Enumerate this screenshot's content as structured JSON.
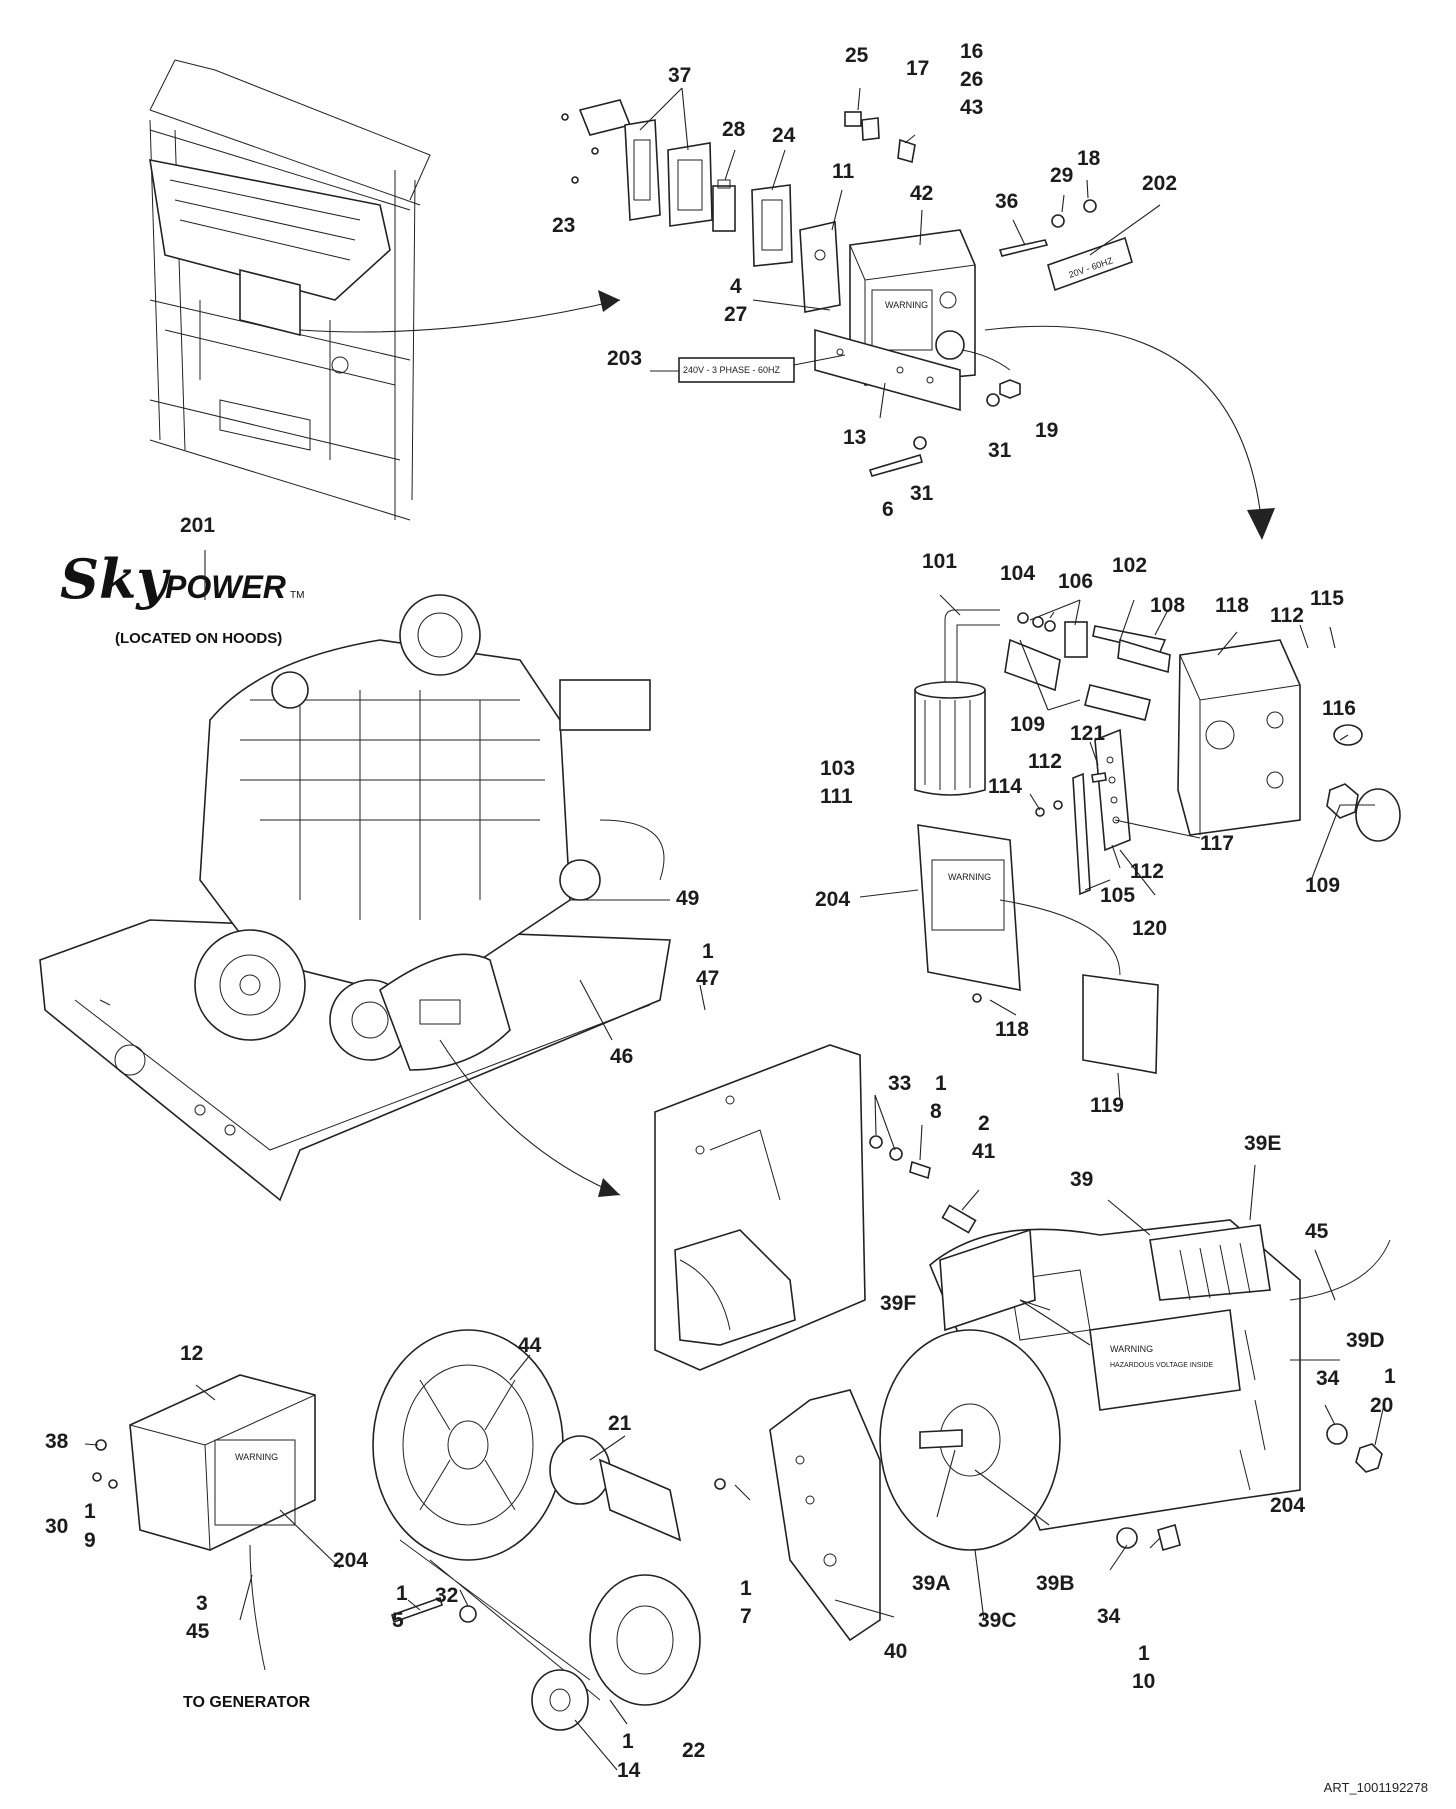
{
  "callouts": [
    {
      "id": "c25",
      "text": "25"
    },
    {
      "id": "c17",
      "text": "17"
    },
    {
      "id": "c16",
      "text": "16"
    },
    {
      "id": "c26",
      "text": "26"
    },
    {
      "id": "c43",
      "text": "43"
    },
    {
      "id": "c37",
      "text": "37"
    },
    {
      "id": "c28",
      "text": "28"
    },
    {
      "id": "c24",
      "text": "24"
    },
    {
      "id": "c11",
      "text": "11"
    },
    {
      "id": "c42",
      "text": "42"
    },
    {
      "id": "c36",
      "text": "36"
    },
    {
      "id": "c29",
      "text": "29"
    },
    {
      "id": "c18",
      "text": "18"
    },
    {
      "id": "c202",
      "text": "202"
    },
    {
      "id": "c23",
      "text": "23"
    },
    {
      "id": "c4",
      "text": "4"
    },
    {
      "id": "c27",
      "text": "27"
    },
    {
      "id": "c203",
      "text": "203"
    },
    {
      "id": "c13",
      "text": "13"
    },
    {
      "id": "c31a",
      "text": "31"
    },
    {
      "id": "c19",
      "text": "19"
    },
    {
      "id": "c6",
      "text": "6"
    },
    {
      "id": "c31b",
      "text": "31"
    },
    {
      "id": "c201",
      "text": "201"
    },
    {
      "id": "c101",
      "text": "101"
    },
    {
      "id": "c104",
      "text": "104"
    },
    {
      "id": "c106",
      "text": "106"
    },
    {
      "id": "c102",
      "text": "102"
    },
    {
      "id": "c108",
      "text": "108"
    },
    {
      "id": "c118a",
      "text": "118"
    },
    {
      "id": "c112a",
      "text": "112"
    },
    {
      "id": "c115",
      "text": "115"
    },
    {
      "id": "c109a",
      "text": "109"
    },
    {
      "id": "c121",
      "text": "121"
    },
    {
      "id": "c116",
      "text": "116"
    },
    {
      "id": "c103",
      "text": "103"
    },
    {
      "id": "c111",
      "text": "111"
    },
    {
      "id": "c112b",
      "text": "112"
    },
    {
      "id": "c114",
      "text": "114"
    },
    {
      "id": "c117",
      "text": "117"
    },
    {
      "id": "c112c",
      "text": "112"
    },
    {
      "id": "c105",
      "text": "105"
    },
    {
      "id": "c109b",
      "text": "109"
    },
    {
      "id": "c204a",
      "text": "204"
    },
    {
      "id": "c120",
      "text": "120"
    },
    {
      "id": "c49",
      "text": "49"
    },
    {
      "id": "c1a",
      "text": "1"
    },
    {
      "id": "c47",
      "text": "47"
    },
    {
      "id": "c46",
      "text": "46"
    },
    {
      "id": "c118b",
      "text": "118"
    },
    {
      "id": "c119",
      "text": "119"
    },
    {
      "id": "c33",
      "text": "33"
    },
    {
      "id": "c1b",
      "text": "1"
    },
    {
      "id": "c8",
      "text": "8"
    },
    {
      "id": "c2",
      "text": "2"
    },
    {
      "id": "c41",
      "text": "41"
    },
    {
      "id": "c39E",
      "text": "39E"
    },
    {
      "id": "c39",
      "text": "39"
    },
    {
      "id": "c45a",
      "text": "45"
    },
    {
      "id": "c39F",
      "text": "39F"
    },
    {
      "id": "c39D",
      "text": "39D"
    },
    {
      "id": "c12",
      "text": "12"
    },
    {
      "id": "c44",
      "text": "44"
    },
    {
      "id": "c34a",
      "text": "34"
    },
    {
      "id": "c1c",
      "text": "1"
    },
    {
      "id": "c20",
      "text": "20"
    },
    {
      "id": "c38",
      "text": "38"
    },
    {
      "id": "c21",
      "text": "21"
    },
    {
      "id": "c204b",
      "text": "204"
    },
    {
      "id": "c30",
      "text": "30"
    },
    {
      "id": "c1d",
      "text": "1"
    },
    {
      "id": "c9",
      "text": "9"
    },
    {
      "id": "c204c",
      "text": "204"
    },
    {
      "id": "c1e",
      "text": "1"
    },
    {
      "id": "c7",
      "text": "7"
    },
    {
      "id": "c39A",
      "text": "39A"
    },
    {
      "id": "c39B",
      "text": "39B"
    },
    {
      "id": "c34b",
      "text": "34"
    },
    {
      "id": "c1f",
      "text": "1"
    },
    {
      "id": "c5",
      "text": "5"
    },
    {
      "id": "c32",
      "text": "32"
    },
    {
      "id": "c3",
      "text": "3"
    },
    {
      "id": "c45b",
      "text": "45"
    },
    {
      "id": "c40",
      "text": "40"
    },
    {
      "id": "c39C",
      "text": "39C"
    },
    {
      "id": "c1g",
      "text": "1"
    },
    {
      "id": "c10",
      "text": "10"
    },
    {
      "id": "c1h",
      "text": "1"
    },
    {
      "id": "c14",
      "text": "14"
    },
    {
      "id": "c22",
      "text": "22"
    }
  ],
  "labels": {
    "decal_202": "20V - 60HZ",
    "decal_203": "240V - 3 PHASE - 60HZ",
    "logo_sky": "Sky",
    "logo_power": "POWER",
    "logo_tm": "TM",
    "logo_note": "(LOCATED ON HOODS)",
    "to_generator": "TO GENERATOR",
    "warning": "WARNING",
    "hazard": "HAZARDOUS VOLTAGE INSIDE",
    "art_number": "ART_1001192278"
  }
}
